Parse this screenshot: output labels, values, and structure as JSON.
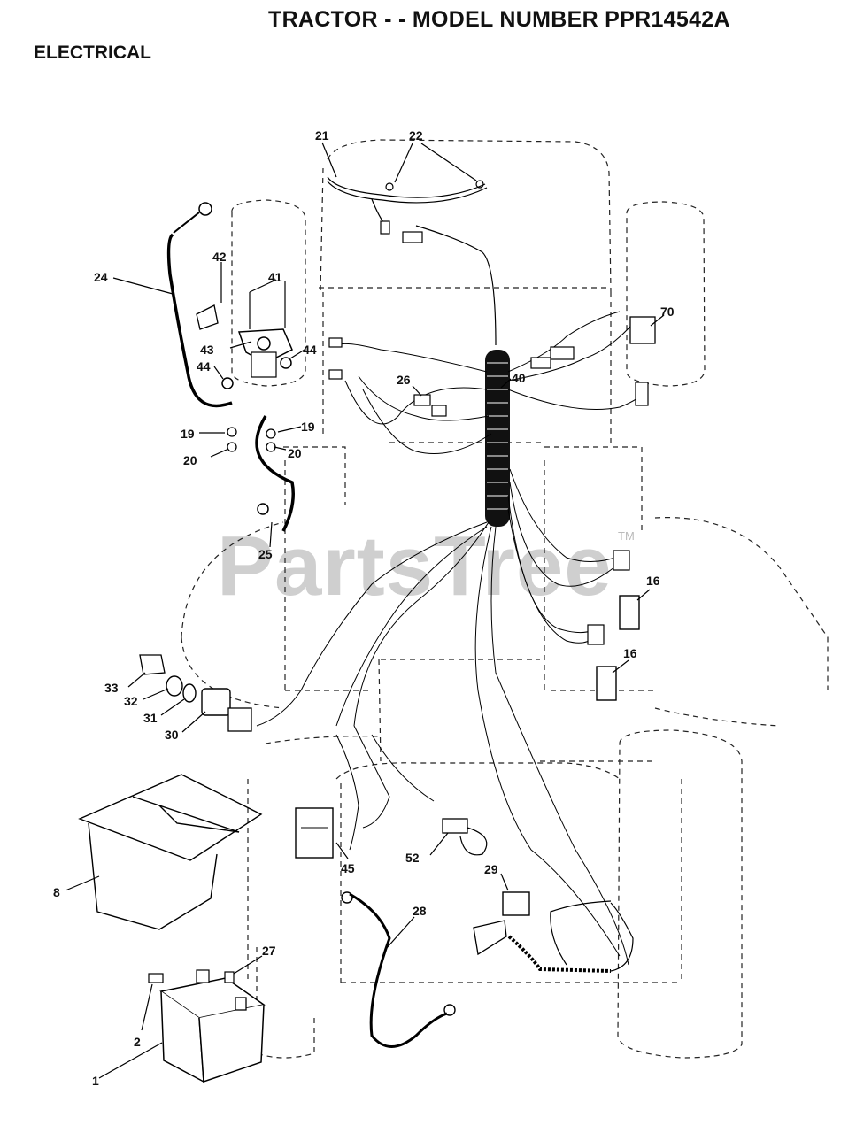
{
  "header": {
    "title": "TRACTOR - - MODEL NUMBER PPR14542A",
    "section": "ELECTRICAL"
  },
  "watermark": {
    "text": "PartsTree",
    "tm": "TM"
  },
  "parts": [
    {
      "id": "p1",
      "label": "1"
    },
    {
      "id": "p2",
      "label": "2"
    },
    {
      "id": "p8",
      "label": "8"
    },
    {
      "id": "p16a",
      "label": "16"
    },
    {
      "id": "p16b",
      "label": "16"
    },
    {
      "id": "p19a",
      "label": "19"
    },
    {
      "id": "p19b",
      "label": "19"
    },
    {
      "id": "p20a",
      "label": "20"
    },
    {
      "id": "p20b",
      "label": "20"
    },
    {
      "id": "p21",
      "label": "21"
    },
    {
      "id": "p22",
      "label": "22"
    },
    {
      "id": "p24",
      "label": "24"
    },
    {
      "id": "p25",
      "label": "25"
    },
    {
      "id": "p26",
      "label": "26"
    },
    {
      "id": "p27",
      "label": "27"
    },
    {
      "id": "p28",
      "label": "28"
    },
    {
      "id": "p29",
      "label": "29"
    },
    {
      "id": "p30",
      "label": "30"
    },
    {
      "id": "p31",
      "label": "31"
    },
    {
      "id": "p32",
      "label": "32"
    },
    {
      "id": "p33",
      "label": "33"
    },
    {
      "id": "p40",
      "label": "40"
    },
    {
      "id": "p41",
      "label": "41"
    },
    {
      "id": "p42",
      "label": "42"
    },
    {
      "id": "p43",
      "label": "43"
    },
    {
      "id": "p44a",
      "label": "44"
    },
    {
      "id": "p44b",
      "label": "44"
    },
    {
      "id": "p45",
      "label": "45"
    },
    {
      "id": "p52",
      "label": "52"
    },
    {
      "id": "p70",
      "label": "70"
    }
  ]
}
